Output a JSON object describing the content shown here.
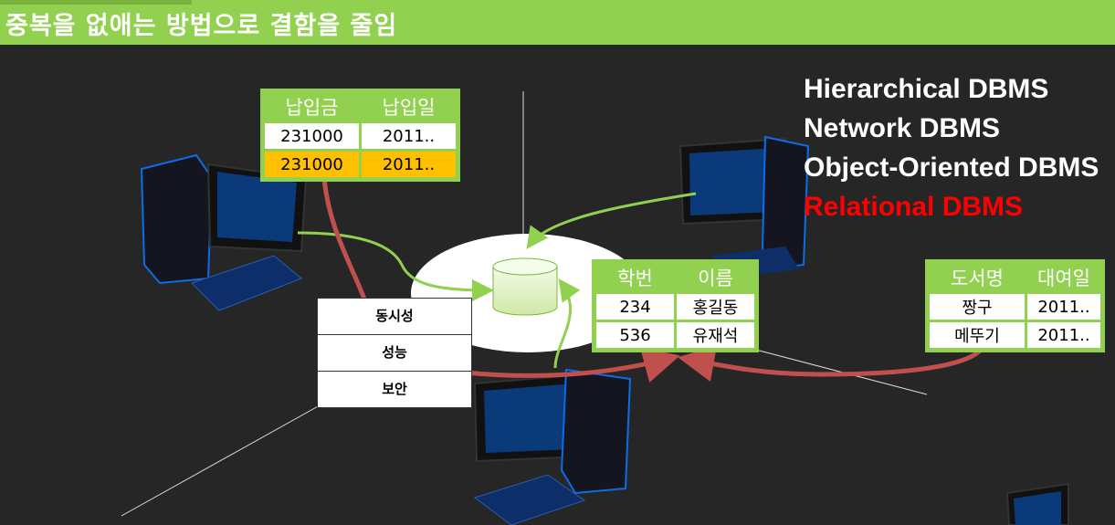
{
  "header": {
    "title": "중복을 없애는 방법으로 결함을 줄임"
  },
  "table_payment": {
    "headers": [
      "납입금",
      "납입일"
    ],
    "rows": [
      [
        "231000",
        "2011.."
      ],
      [
        "231000",
        "2011.."
      ]
    ]
  },
  "table_student": {
    "headers": [
      "학번",
      "이름"
    ],
    "rows": [
      [
        "234",
        "홍길동"
      ],
      [
        "536",
        "유재석"
      ]
    ]
  },
  "table_book": {
    "headers": [
      "도서명",
      "대여일"
    ],
    "rows": [
      [
        "짱구",
        "2011.."
      ],
      [
        "메뚜기",
        "2011.."
      ]
    ]
  },
  "dbms_list": {
    "items": [
      "Hierarchical DBMS",
      "Network DBMS",
      "Object-Oriented DBMS",
      "Relational DBMS"
    ],
    "highlight_color": "#ff0000"
  },
  "features": {
    "items": [
      "동시성",
      "성능",
      "보안"
    ]
  },
  "colors": {
    "accent_green": "#92d050",
    "highlight_orange": "#ffc000",
    "arrow_red": "#c0504d"
  }
}
